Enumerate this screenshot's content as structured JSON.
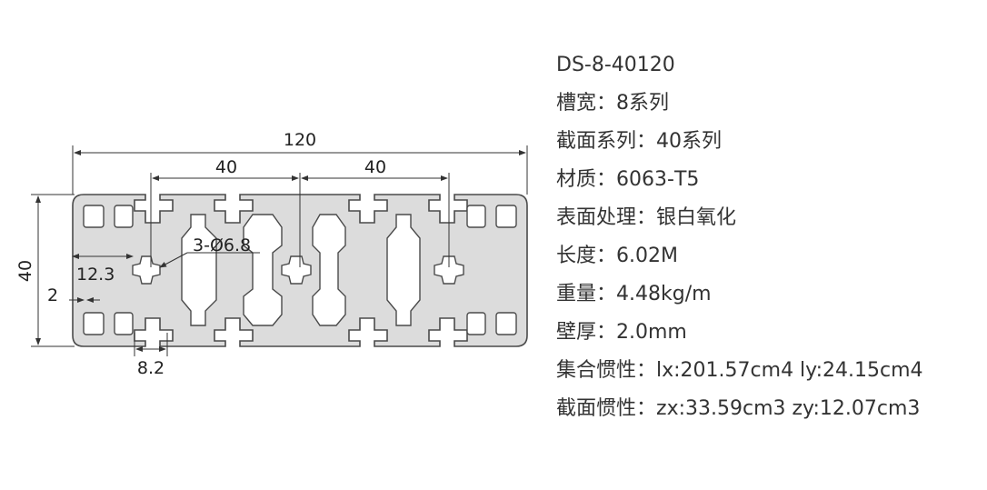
{
  "drawing": {
    "overall_width": "120",
    "slot_pitch_left": "40",
    "slot_pitch_right": "40",
    "height": "40",
    "hole_callout": "3-Ø6.8",
    "side_offset": "12.3",
    "lip_depth": "2",
    "slot_opening": "8.2",
    "colors": {
      "profile_fill": "#dcdcdc",
      "line": "#4a4a4a",
      "text": "#222222"
    }
  },
  "specs": {
    "model": "DS-8-40120",
    "slot_width": {
      "label": "槽宽：",
      "value": "8系列"
    },
    "series": {
      "label": "截面系列：",
      "value": "40系列"
    },
    "material": {
      "label": "材质：",
      "value": "6063-T5"
    },
    "finish": {
      "label": "表面处理：",
      "value": "银白氧化"
    },
    "length": {
      "label": "长度：",
      "value": "6.02M"
    },
    "weight": {
      "label": "重量：",
      "value": "4.48kg/m"
    },
    "wall": {
      "label": "壁厚：",
      "value": "2.0mm"
    },
    "inertia": {
      "label": "集合惯性：",
      "value": "lx:201.57cm4 ly:24.15cm4"
    },
    "modulus": {
      "label": "截面惯性：",
      "value": "zx:33.59cm3 zy:12.07cm3"
    }
  }
}
